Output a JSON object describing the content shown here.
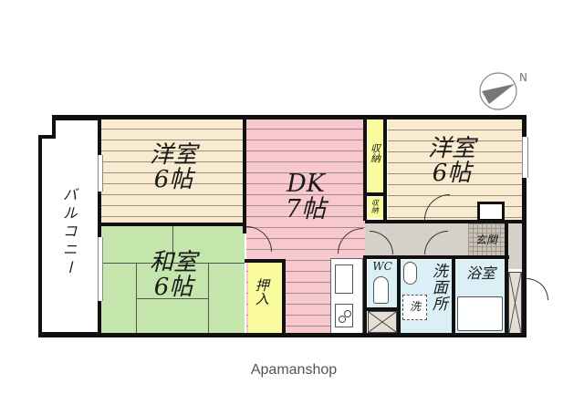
{
  "floor_plan": {
    "rooms": {
      "western_room_left": {
        "name": "洋室",
        "size": "6帖"
      },
      "japanese_room": {
        "name": "和室",
        "size": "6帖"
      },
      "dining_kitchen": {
        "name": "DK",
        "size": "7帖"
      },
      "western_room_right": {
        "name": "洋室",
        "size": "6帖"
      },
      "balcony": {
        "name": "バルコニー"
      },
      "closet_oshiire": {
        "name": "押入"
      },
      "storage_1": {
        "name": "収納"
      },
      "storage_2": {
        "name": "収納"
      },
      "entrance": {
        "name": "玄関"
      },
      "toilet": {
        "name": "WC"
      },
      "washroom": {
        "name": "洗面所"
      },
      "washer": {
        "name": "洗"
      },
      "bathroom": {
        "name": "浴室"
      }
    },
    "compass": {
      "label": "N"
    },
    "colors": {
      "western": "#f9ebcf",
      "dk": "#f7c9cf",
      "tatami": "#c4e6ad",
      "storage": "#fafa9e",
      "wet_area": "#dbf0f6",
      "hallway": "#d6d1c8",
      "wall": "#111111"
    }
  },
  "watermark": "Apamanshop"
}
